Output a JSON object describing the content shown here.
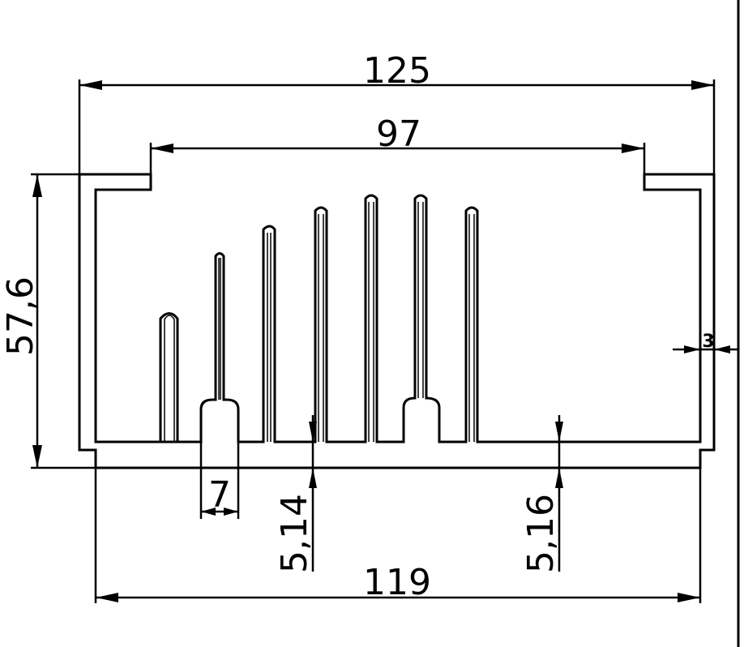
{
  "dimensions": {
    "overall_width": "125",
    "top_opening": "97",
    "height": "57,6",
    "bottom_width": "119",
    "block_width": "7",
    "base_thickness_left": "5,14",
    "base_thickness_right": "5,16",
    "wall_thickness": "3"
  },
  "colors": {
    "line": "#000000",
    "background": "#ffffff"
  }
}
